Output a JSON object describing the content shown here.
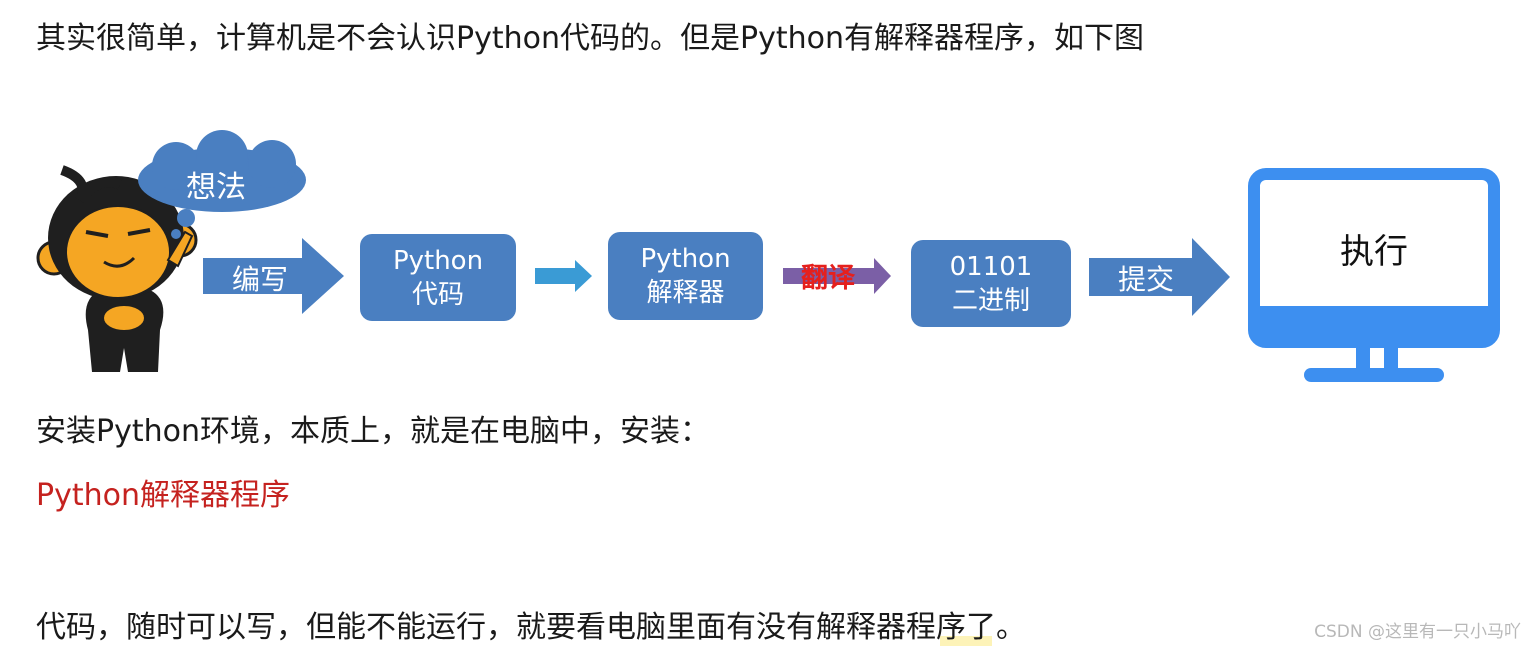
{
  "text": {
    "line1": "其实很简单，计算机是不会认识Python代码的。但是Python有解释器程序，如下图",
    "line2": "安装Python环境，本质上，就是在电脑中，安装：",
    "line3": "Python解释器程序",
    "line4": "代码，随时可以写，但能不能运行，就要看电脑里面有没有解释器程序了。"
  },
  "diagram": {
    "thought": "想法",
    "write_label": "编写",
    "code_box": [
      "Python",
      "代码"
    ],
    "interpreter_box": [
      "Python",
      "解释器"
    ],
    "translate_label": "翻译",
    "binary_box": [
      "01101",
      "二进制"
    ],
    "submit_label": "提交",
    "execute_label": "执行"
  },
  "colors": {
    "box_blue": "#4a7fc1",
    "monitor_blue": "#3d8ff0",
    "highlight_red": "#c5221f",
    "translate_purple": "#7b5fa6"
  },
  "watermark": "CSDN @这里有一只小马吖"
}
